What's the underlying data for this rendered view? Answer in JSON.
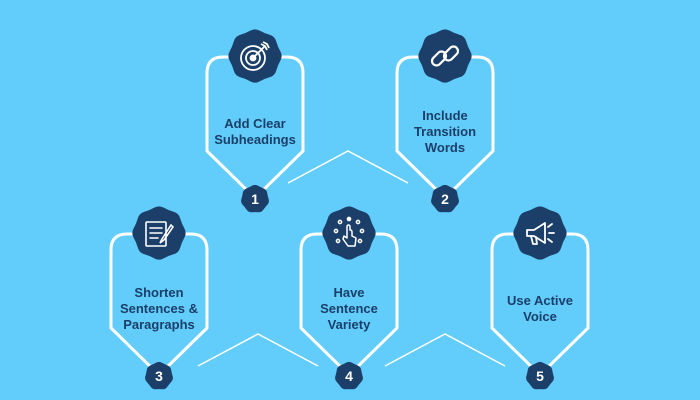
{
  "colors": {
    "background": "#62cdfb",
    "navy": "#1b3f69",
    "frame": "#ffffff"
  },
  "steps": [
    {
      "number": "1",
      "label_lines": [
        "Add Clear",
        "Subheadings"
      ],
      "icon": "target-icon"
    },
    {
      "number": "2",
      "label_lines": [
        "Include",
        "Transition",
        "Words"
      ],
      "icon": "link-icon"
    },
    {
      "number": "3",
      "label_lines": [
        "Shorten",
        "Sentences &",
        "Paragraphs"
      ],
      "icon": "document-pen-icon"
    },
    {
      "number": "4",
      "label_lines": [
        "Have",
        "Sentence",
        "Variety"
      ],
      "icon": "tap-icon"
    },
    {
      "number": "5",
      "label_lines": [
        "Use Active",
        "Voice"
      ],
      "icon": "megaphone-icon"
    }
  ]
}
